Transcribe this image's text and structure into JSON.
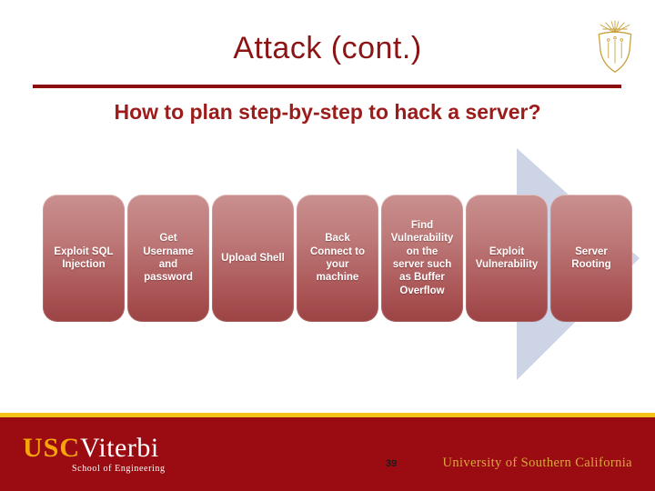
{
  "slide": {
    "title": "Attack (cont.)",
    "subtitle": "How to plan step-by-step to hack a server?",
    "steps": [
      "Exploit SQL\nInjection",
      "Get\nUsername\nand\npassword",
      "Upload Shell",
      "Back\nConnect to\nyour\nmachine",
      "Find\nVulnerability\non the\nserver such\nas Buffer\nOverflow",
      "Exploit\nVulnerability",
      "Server\nRooting"
    ],
    "icons": {
      "shield": "usc-shield-icon",
      "arrow": "process-arrow-icon"
    },
    "footer": {
      "wordmark_usc": "USC",
      "wordmark_viterbi": "Viterbi",
      "school": "School of Engineering",
      "page_number": "39",
      "university": "University of Southern California"
    },
    "colors": {
      "title_red": "#8C1414",
      "subtitle_red": "#9C1B1B",
      "divider_red": "#8B0E0E",
      "cardinal_band": "#9A0C11",
      "gold_stripe": "#F3C118",
      "usc_gold": "#F7A50A",
      "university_gold": "#DCA73F",
      "box_gradient_top": "#C9908F",
      "box_gradient_bottom": "#9C4344",
      "arrow": "#CDD4E5",
      "shield_gold": "#C9A23C"
    }
  }
}
